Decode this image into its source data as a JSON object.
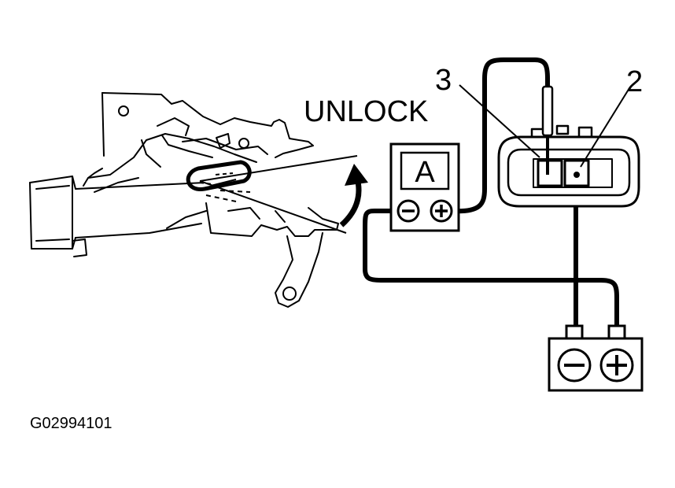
{
  "labels": {
    "direction": "UNLOCK",
    "meter": "A",
    "terminal_3": "3",
    "terminal_2": "2",
    "figure_code": "G02994101"
  },
  "symbols": {
    "meter_negative": "minus-sign",
    "meter_positive": "plus-sign",
    "battery_negative": "minus-sign",
    "battery_positive": "plus-sign"
  }
}
